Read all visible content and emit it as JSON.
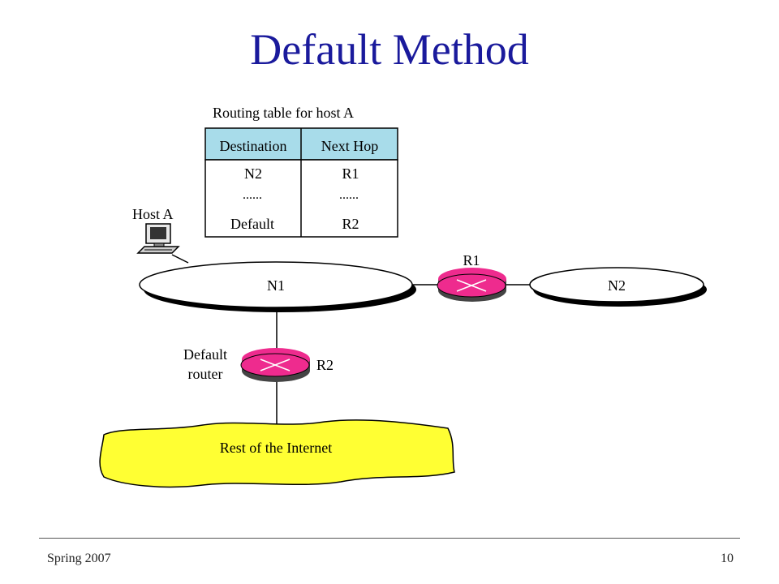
{
  "slide": {
    "title": "Default Method",
    "footer_left": "Spring 2007",
    "page_number": "10"
  },
  "routing_table": {
    "caption": "Routing table for host A",
    "headers": [
      "Destination",
      "Next Hop"
    ],
    "rows": [
      [
        "N2",
        "R1"
      ],
      [
        "......",
        "......"
      ],
      [
        "Default",
        "R2"
      ]
    ],
    "header_color": "#a8dcea"
  },
  "network": {
    "host_label": "Host A",
    "n1_label": "N1",
    "n2_label": "N2",
    "r1_label": "R1",
    "r2_label": "R2",
    "default_router_line1": "Default",
    "default_router_line2": "router",
    "internet_label": "Rest of the Internet",
    "router_color": "#ee2b8e",
    "internet_color": "#ffff33"
  }
}
